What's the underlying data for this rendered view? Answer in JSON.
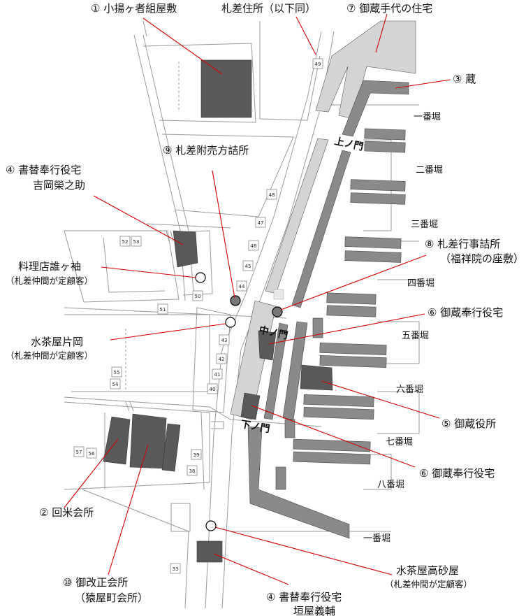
{
  "labels": {
    "l1": "① 小揚ヶ者組屋敷",
    "l_fudasashi": "札差住所（以下同）",
    "l7": "⑦ 御蔵手代の住宅",
    "l3": "③ 蔵",
    "l4a_line1": "④ 書替奉行役宅",
    "l4a_line2": "吉岡榮之助",
    "l9": "⑨ 札差附売方詰所",
    "l8_line1": "⑧ 札差行事詰所",
    "l8_line2": "（福祥院の座敷）",
    "l_ryori_line1": "料理店誰ヶ袖",
    "l_ryori_line2": "（札差仲間が定顧客）",
    "l6a": "⑥ 御蔵奉行役宅",
    "l_katao_line1": "水茶屋片岡",
    "l_katao_line2": "（札差仲間が定顧客）",
    "l5": "⑤ 御蔵役所",
    "l2": "② 回米会所",
    "l6b": "⑥ 御蔵奉行役宅",
    "l_takasago_line1": "水茶屋高砂屋",
    "l_takasago_line2": "（札差仲間が定顧客）",
    "l10_line1": "⑩ 御改正会所",
    "l10_line2": "（猿屋町会所）",
    "l4b_line1": "④ 書替奉行役宅",
    "l4b_line2": "垣屋義輔"
  },
  "gates": {
    "kami": "上ノ門",
    "naka": "中ノ門",
    "shimo": "下ノ門"
  },
  "canals": {
    "h1": "一番堀",
    "h2": "二番堀",
    "h3": "三番堀",
    "h4": "四番堀",
    "h5": "五番堀",
    "h6": "六番堀",
    "h7": "七番堀",
    "h8": "八番堀",
    "h1b": "一番堀"
  },
  "lot_numbers": {
    "n49": "49",
    "n48": "48",
    "n47": "47",
    "n46": "46",
    "n45": "45",
    "n44": "44",
    "n43": "43",
    "n42": "42",
    "n41": "41",
    "n40": "40",
    "n52": "52",
    "n53": "53",
    "n50": "50",
    "n51": "51",
    "n55": "55",
    "n54": "54",
    "n57": "57",
    "n56": "56",
    "n39": "39",
    "n38": "38",
    "n33": "33"
  },
  "colors": {
    "leader": "#d40000",
    "building_dark": "#595959",
    "building_mid": "#8a8a8a",
    "building_light": "#d4d4d4"
  }
}
